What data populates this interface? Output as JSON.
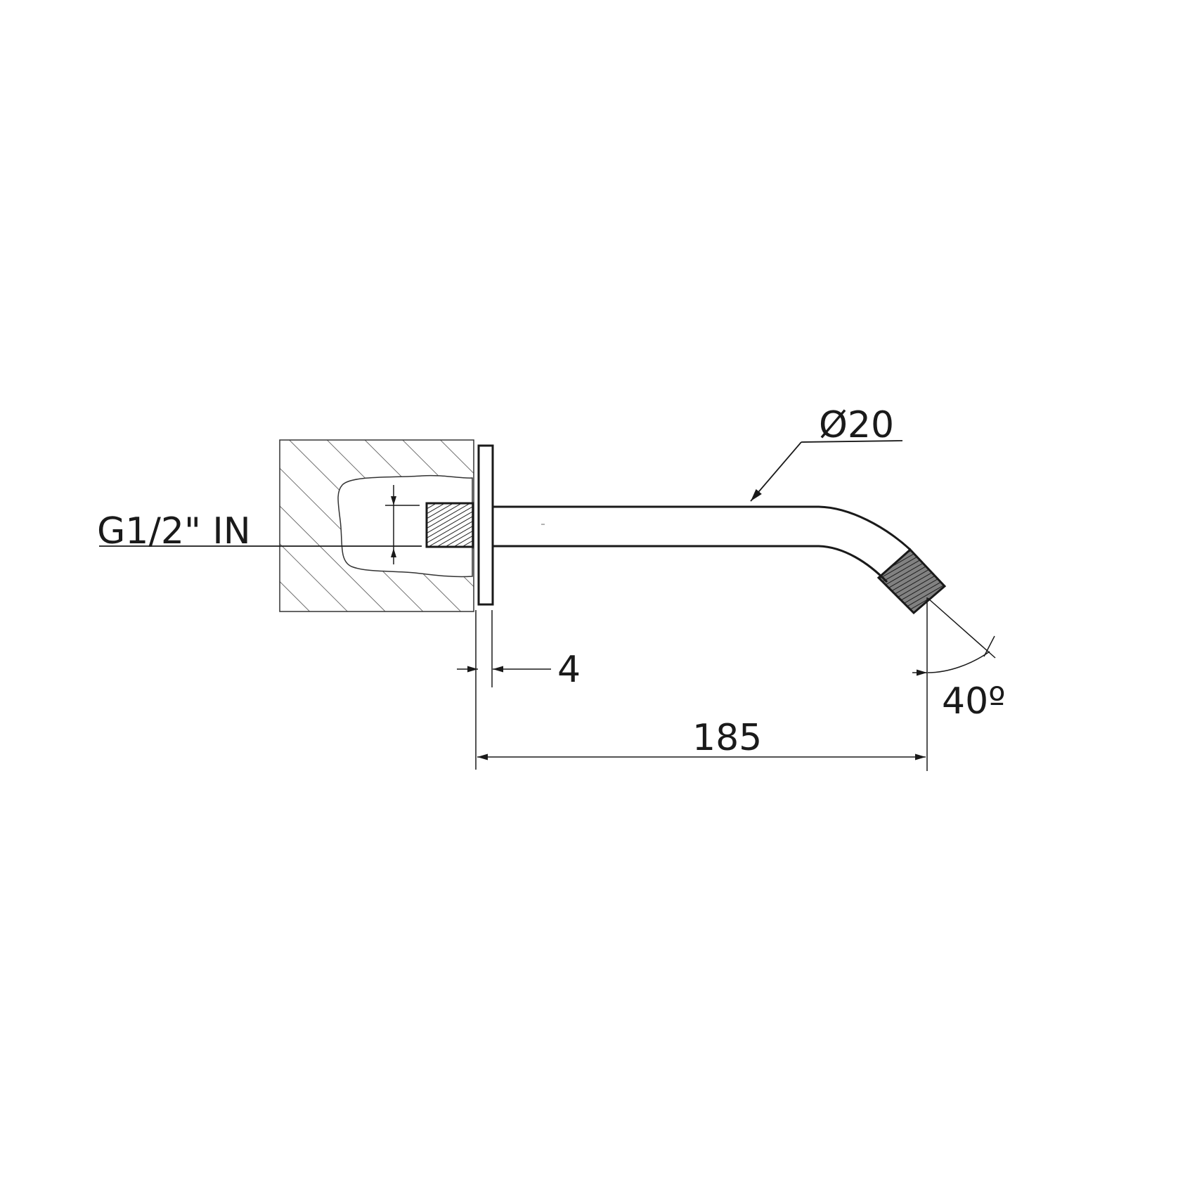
{
  "diagram": {
    "inlet_label": "G1/2\"  IN",
    "diameter_label": "Ø20",
    "flange_thickness_label": "4",
    "projection_label": "185",
    "angle_label": "40º"
  }
}
